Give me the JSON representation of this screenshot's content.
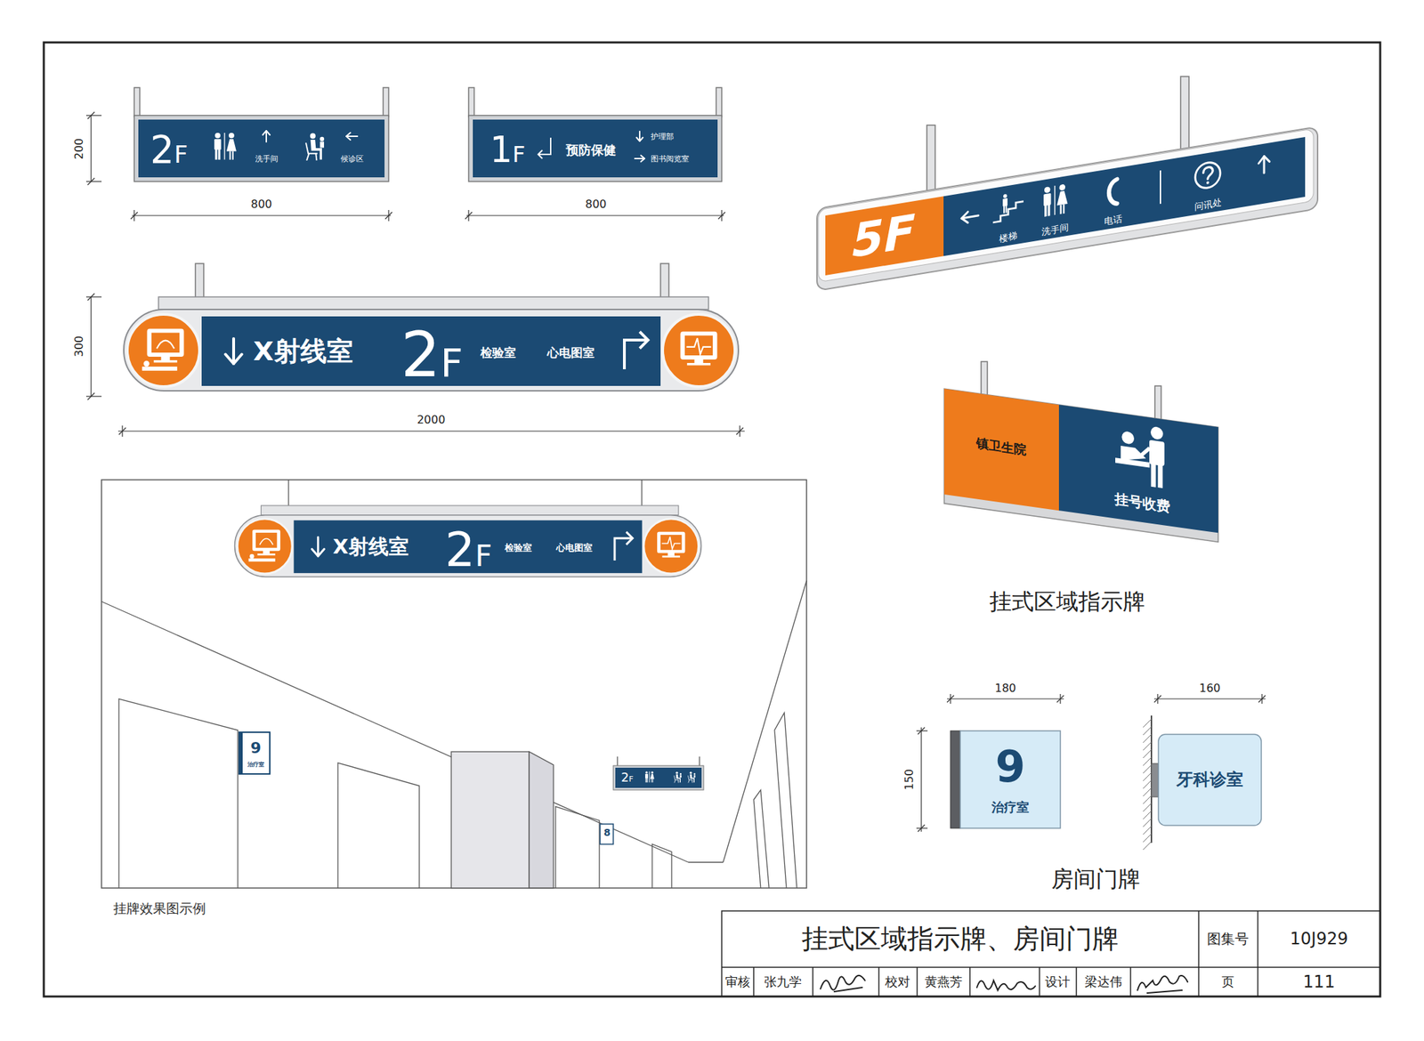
{
  "diagram": {
    "title": "挂式区域指示牌、房间门牌",
    "nodes": [
      {
        "text": [
          "2F",
          "洗手间",
          "候诊区"
        ]
      },
      {
        "text": [
          "1F",
          "预防保健",
          "护理部",
          "图书阅览室"
        ]
      },
      {
        "text": [
          "X射线室",
          "2F",
          "检验室",
          "心电图室"
        ]
      },
      {
        "text": [
          "5F",
          "楼梯",
          "洗手间",
          "电话",
          "问讯处"
        ]
      },
      {
        "text": [
          "镇卫生院",
          "挂号收费"
        ]
      },
      {
        "text": [
          "挂牌效果图示例"
        ]
      },
      {
        "text": [
          "X射线室",
          "2F",
          "检验室",
          "心电图室"
        ],
        "in": 5
      },
      {
        "text": [
          "9",
          "治疗室"
        ],
        "in": 5
      },
      {
        "text": [
          "8"
        ],
        "in": 5
      },
      {
        "text": [
          "2F"
        ],
        "in": 5
      },
      {
        "text": [
          "9",
          "治疗室"
        ]
      },
      {
        "text": [
          "牙科诊室"
        ]
      }
    ],
    "labels": [
      "200",
      "800",
      "800",
      "300",
      "2000",
      "挂式区域指示牌",
      "180",
      "160",
      "150",
      "房间门牌",
      "图集号",
      "10J929",
      "审核",
      "张九学",
      "校对",
      "黄燕芳",
      "设计",
      "梁达伟",
      "页",
      "111"
    ]
  }
}
